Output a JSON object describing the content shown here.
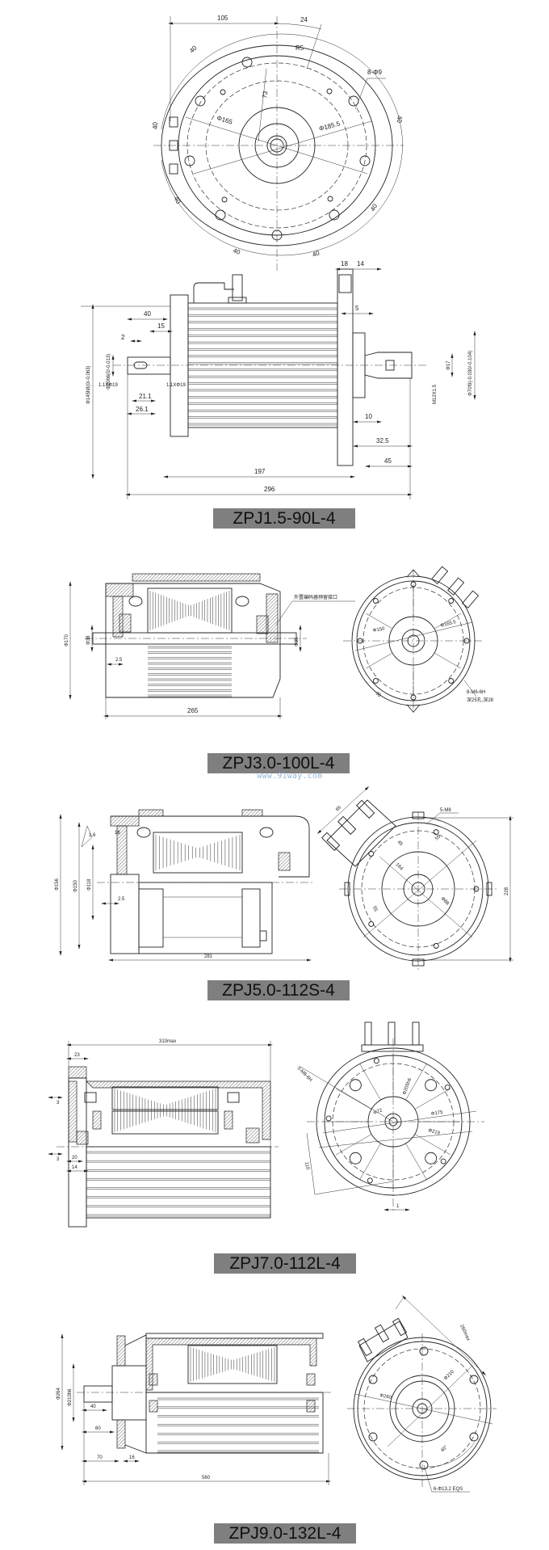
{
  "watermark": "www.91way.com",
  "colors": {
    "label_bg": "#7f7f7f",
    "line": "#222222",
    "watermark": "#8fb3d9"
  },
  "drawings": [
    {
      "model": "ZPJ1.5-90L-4",
      "front_dims": [
        "105",
        "24",
        "R5",
        "8-Φ9",
        "73",
        "Φ165",
        "Φ185.5",
        "40",
        "40",
        "40",
        "40",
        "40",
        "40",
        "40"
      ],
      "side_dims": [
        "18",
        "14",
        "5",
        "40",
        "15",
        "2",
        "Φ145h8(0/-0.063)",
        "Φ20h6(0/-0.013)",
        "1.1XΦ19",
        "1.1XΦ19",
        "21.1",
        "26.1",
        "Φ17",
        "Φ70f9(-0.030/-0.104)",
        "M12X1.5",
        "10",
        "32.5",
        "45",
        "197",
        "296"
      ]
    },
    {
      "model": "ZPJ3.0-100L-4",
      "side_dims": [
        "Φ170",
        "Φ38",
        "2.5",
        "Φ35",
        "265"
      ],
      "note": "外置编码器预留接口",
      "front_dims": [
        "Φ150",
        "Φ165.5",
        "36",
        "8-M6-6H",
        "深25孔,深28"
      ]
    },
    {
      "model": "ZPJ5.0-112S-4",
      "side_dims": [
        "1.6",
        "18",
        "Φ156",
        "Φ150",
        "Φ118",
        "2.5",
        "281"
      ],
      "front_dims": [
        "65",
        "5-M8",
        "45",
        "55",
        "164",
        "Φ88",
        "55",
        "228"
      ]
    },
    {
      "model": "ZPJ7.0-112L-4",
      "side_dims": [
        "310max",
        "23",
        "3",
        "3",
        "20",
        "14"
      ],
      "front_dims": [
        "5-M8-6H",
        "Φ72",
        "Φ205h6",
        "Φ175",
        "Φ219",
        "110",
        "1"
      ]
    },
    {
      "model": "ZPJ9.0-132L-4",
      "side_dims": [
        "Φ264",
        "Φ210h6",
        "40",
        "60",
        "70",
        "16",
        "560"
      ],
      "front_dims": [
        "260max",
        "Φ210",
        "Φ260",
        "40°",
        "6-Φ13.2 EQS"
      ]
    }
  ]
}
